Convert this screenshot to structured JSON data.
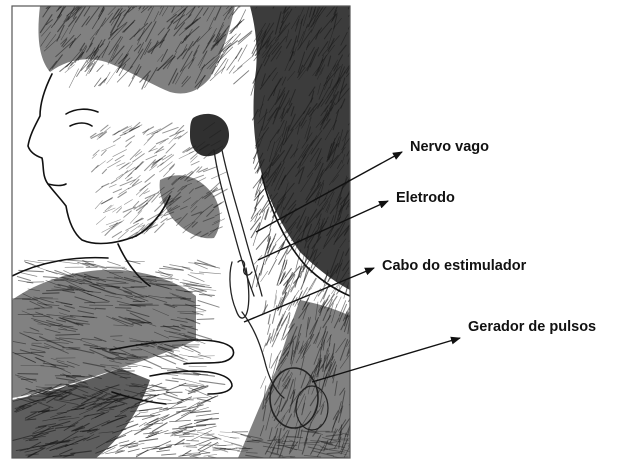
{
  "figure": {
    "labels": [
      "Nervo vago",
      "Eletrodo",
      "Cabo do estimulador",
      "Gerador de pulsos"
    ]
  },
  "colors": {
    "ink": "#111111",
    "frame": "#555555",
    "paper": "#ffffff"
  },
  "icons": {
    "illustration": "sketch-neck-vagus-nerve-stimulator"
  }
}
